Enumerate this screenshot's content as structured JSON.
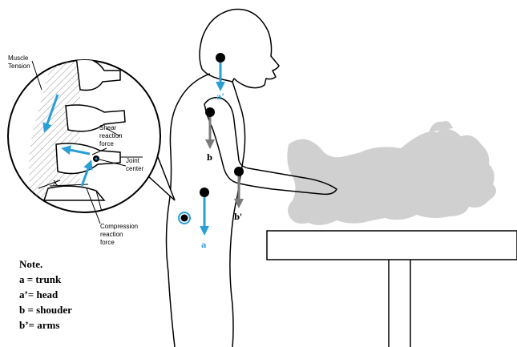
{
  "colors": {
    "force_blue": "#2a9fd6",
    "force_gray": "#7a7a7a",
    "silhouette_gray": "#d0d0d0",
    "outline": "#000000"
  },
  "inset_labels": {
    "muscle_line1": "Muscle",
    "muscle_line2": "Tension",
    "shear_line1": "Shear",
    "shear_line2": "reaction",
    "shear_line3": "force",
    "joint_line1": "Joint",
    "joint_line2": "center",
    "x_label": "x",
    "compression_line1": "Compression",
    "compression_line2": "reaction",
    "compression_line3": "force"
  },
  "vector_labels": {
    "a": "a",
    "a_prime": "a'",
    "b": "b",
    "b_prime": "b'"
  },
  "note": {
    "title": "Note.",
    "line1": "a = trunk",
    "line2": "a’= head",
    "line3": "b = shouder",
    "line4": "b’= arms"
  }
}
